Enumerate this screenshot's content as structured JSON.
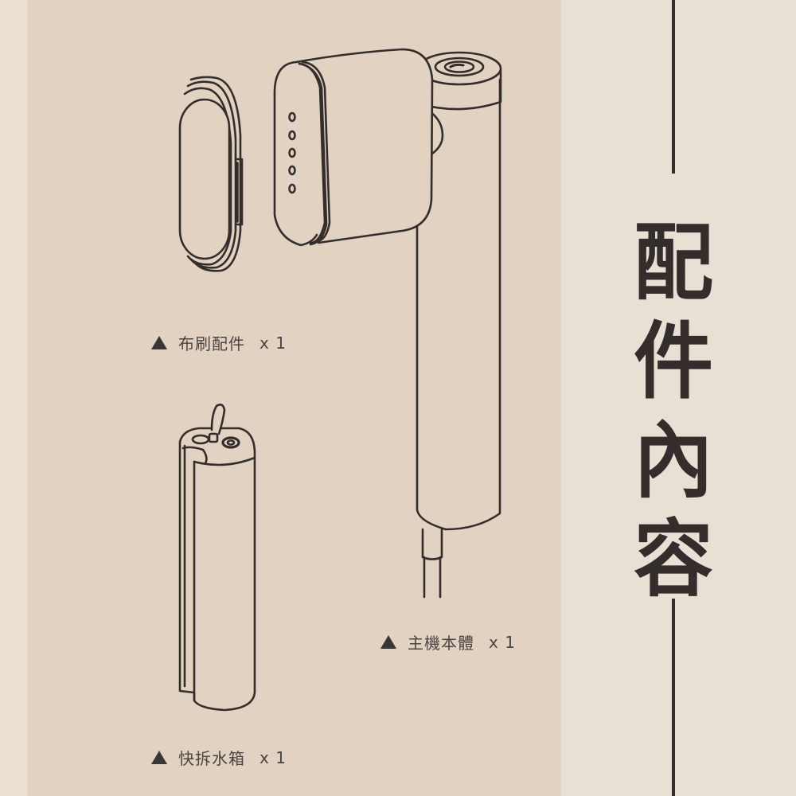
{
  "title": {
    "characters": [
      "配",
      "件",
      "內",
      "容"
    ],
    "text": "配件內容"
  },
  "items": [
    {
      "marker": "triangle-up",
      "name": "布刷配件",
      "quantity": "x 1"
    },
    {
      "marker": "triangle-up",
      "name": "主機本體",
      "quantity": "x 1"
    },
    {
      "marker": "triangle-up",
      "name": "快拆水箱",
      "quantity": "x 1"
    }
  ],
  "colors": {
    "background_main": "#e1d2c1",
    "background_side": "#e8e0d5",
    "ink": "#332e2b",
    "label_text": "#4a4542"
  }
}
